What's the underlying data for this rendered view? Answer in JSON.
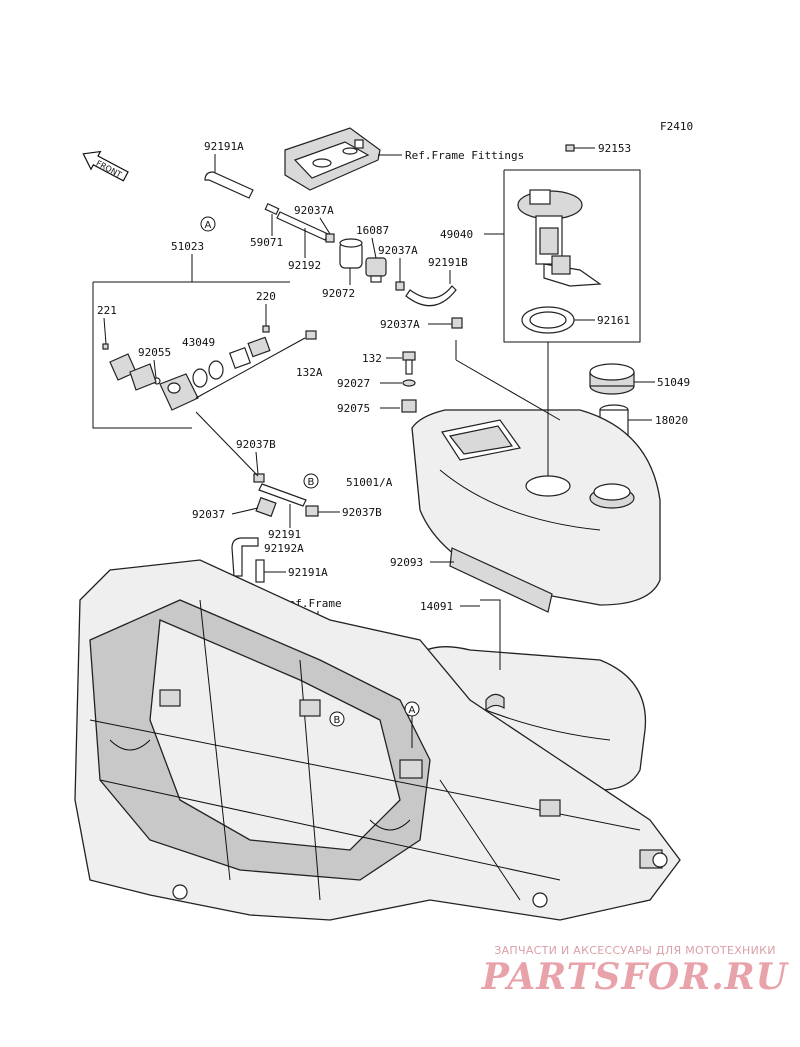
{
  "figure_code": "F2410",
  "front_arrow_label": "FRONT",
  "refs": {
    "frame_fittings": "Ref.Frame Fittings",
    "frame": "Ref.Frame"
  },
  "markers": {
    "a": "A",
    "b": "B"
  },
  "part_labels": {
    "p92191A_top": "92191A",
    "p51023": "51023",
    "p92037A_a": "92037A",
    "p59071": "59071",
    "p16087": "16087",
    "p92192": "92192",
    "p92037A_b": "92037A",
    "p92191B": "92191B",
    "p92072": "92072",
    "p49040": "49040",
    "p92153": "92153",
    "p221": "221",
    "p220": "220",
    "p92055": "92055",
    "p43049": "43049",
    "p132A": "132A",
    "p92037A_c": "92037A",
    "p92161": "92161",
    "p132": "132",
    "p92027": "92027",
    "p92075": "92075",
    "p51049": "51049",
    "p18020": "18020",
    "p92037B_a": "92037B",
    "p51001A": "51001/A",
    "p92037": "92037",
    "p92037B_b": "92037B",
    "p92191": "92191",
    "p92192A": "92192A",
    "p92191A_bot": "92191A",
    "p92093": "92093",
    "p14091": "14091"
  },
  "watermark": {
    "subtitle": "ЗАПЧАСТИ И АКСЕССУАРЫ ДЛЯ МОТОТЕХНИКИ",
    "brand": "PARTSFOR.RU"
  }
}
